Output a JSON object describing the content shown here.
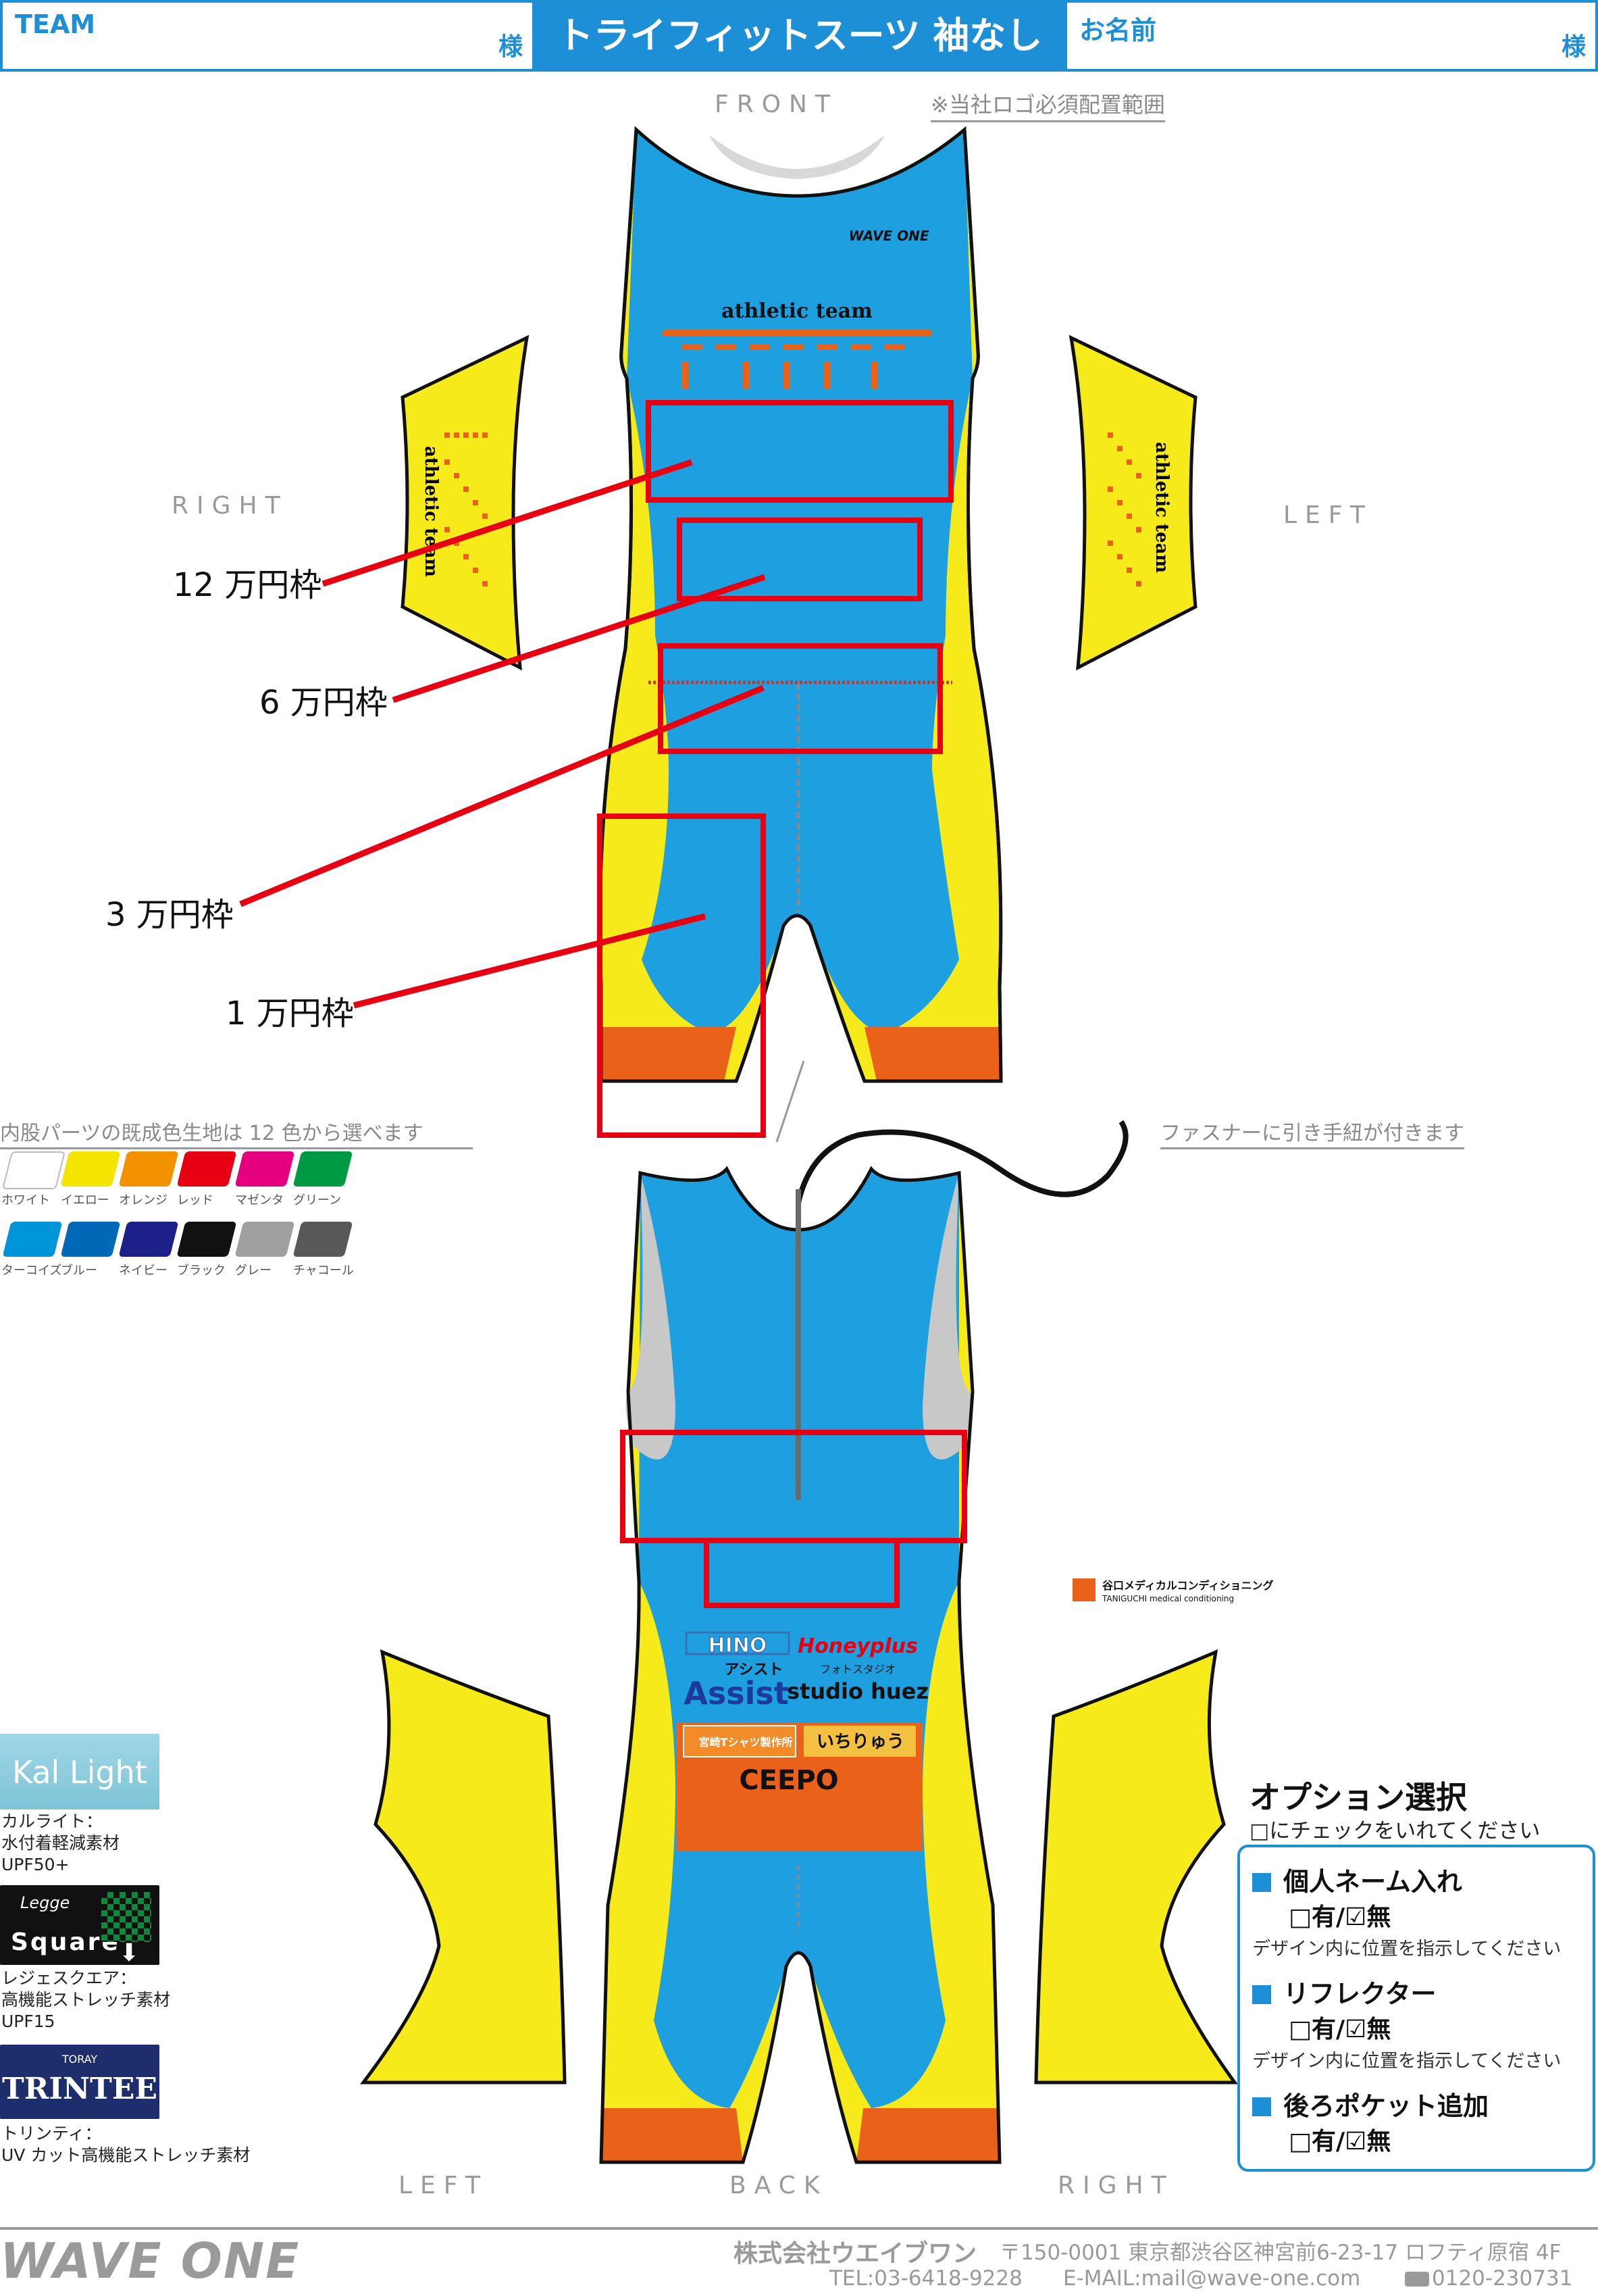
{
  "header": {
    "team_label": "TEAM",
    "sama": "様",
    "title": "トライフィットスーツ 袖なし",
    "name_label": "お名前"
  },
  "front": {
    "view_label": "FRONT",
    "logo_note": "※当社ロゴ必須配置範囲",
    "right_label": "RIGHT",
    "left_label": "LEFT",
    "chest_text": "athletic team",
    "sleeve_text": "athletic team",
    "chest_logo": "WAVE ONE"
  },
  "prices": [
    "12 万円枠",
    "6 万円枠",
    "3 万円枠",
    "1 万円枠"
  ],
  "crotch_note": "内股パーツの既成色生地は 12 色から選べます",
  "zipper_note": "ファスナーに引き手紐が付きます",
  "swatches": [
    {
      "name": "ホワイト",
      "color": "#ffffff"
    },
    {
      "name": "イエロー",
      "color": "#f4e500"
    },
    {
      "name": "オレンジ",
      "color": "#f39200"
    },
    {
      "name": "レッド",
      "color": "#e60012"
    },
    {
      "name": "マゼンタ",
      "color": "#e4007f"
    },
    {
      "name": "グリーン",
      "color": "#009944"
    },
    {
      "name": "ターコイズ",
      "color": "#0095d9"
    },
    {
      "name": "ブルー",
      "color": "#0068b7"
    },
    {
      "name": "ネイビー",
      "color": "#1d2088"
    },
    {
      "name": "ブラック",
      "color": "#111111"
    },
    {
      "name": "グレー",
      "color": "#a0a0a0"
    },
    {
      "name": "チャコール",
      "color": "#595757"
    }
  ],
  "back": {
    "view_label": "BACK",
    "left_label": "LEFT",
    "right_label": "RIGHT",
    "sponsor_hino": "HINO",
    "sponsor_honey": "Honeyplus",
    "sponsor_assist_small": "アシスト",
    "sponsor_assist": "Assist",
    "sponsor_studio_small": "フォトスタジオ",
    "sponsor_studio": "studio huez",
    "sponsor_tshirt": "宮崎Tシャツ製作所",
    "sponsor_ichiryu": "いちりゅう",
    "sponsor_ceepo": "CEEPO",
    "sponsor_taniguchi": "谷口メディカルコンディショニング",
    "sponsor_taniguchi_en": "TANIGUCHI medical conditioning"
  },
  "fabrics": [
    {
      "logo": "Kal Light",
      "lines": [
        "カルライト：",
        "水付着軽減素材",
        "UPF50+"
      ]
    },
    {
      "logo_small": "Legge",
      "logo": "Square",
      "lines": [
        "レジェスクエア：",
        "高機能ストレッチ素材",
        "UPF15"
      ]
    },
    {
      "logo_small": "TORAY",
      "logo": "TRINTEE",
      "lines": [
        "トリンティ：",
        "UV カット高機能ストレッチ素材"
      ]
    }
  ],
  "options": {
    "title": "オプション選択",
    "subtitle": "□にチェックをいれてください",
    "items": [
      {
        "label": "個人ネーム入れ",
        "choice": "□有/☑無",
        "note": "デザイン内に位置を指示してください"
      },
      {
        "label": "リフレクター",
        "choice": "□有/☑無",
        "note": "デザイン内に位置を指示してください"
      },
      {
        "label": "後ろポケット追加",
        "choice": "□有/☑無"
      }
    ]
  },
  "footer": {
    "brand": "WAVE ONE",
    "company": "株式会社ウエイブワン",
    "address": "〒150-0001 東京都渋谷区神宮前6-23-17 ロフティ原宿 4F",
    "tel": "TEL:03-6418-9228",
    "email": "E-MAIL:mail@wave-one.com",
    "freedial": "0120-230731"
  },
  "colors": {
    "blue": "#1d9fe0",
    "yellow": "#f7ea1a",
    "orange": "#ea6219",
    "red": "#e60012",
    "accent": "#1d8fd6"
  }
}
